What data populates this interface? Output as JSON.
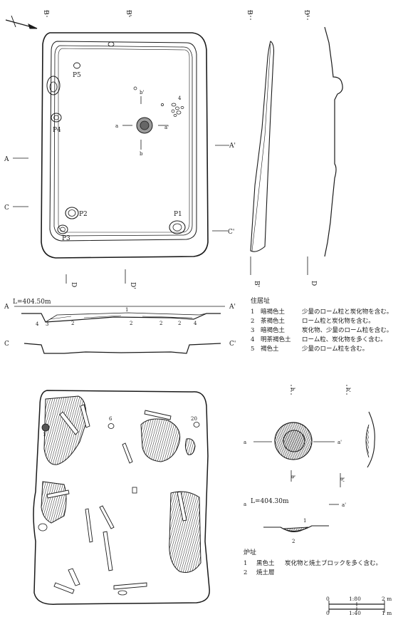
{
  "figure": {
    "markers": {
      "a": "a",
      "a_prime": "a'",
      "b": "b",
      "b_prime": "b'",
      "A": "A",
      "A_prime": "A'",
      "B": "B",
      "B_prime": "B'",
      "C": "C",
      "C_prime": "C'",
      "D": "D",
      "D_prime": "D'"
    },
    "pits": {
      "p1": "P1",
      "p2": "P2",
      "p3": "P3",
      "p4": "P4",
      "p5": "P5"
    },
    "feature_number": "4",
    "elevation_house": "L=404.50m",
    "elevation_hearth": "L=404.30m",
    "section_layers": {
      "l1": "1",
      "l2": "2",
      "l3": "3",
      "l4": "4"
    },
    "floor_numbers": {
      "n1": "1",
      "n6": "6",
      "n20": "20"
    }
  },
  "legend_house": {
    "title": "住居址",
    "rows": [
      {
        "no": "1",
        "soil": "暗褐色土",
        "desc": "少量のローム粒と炭化物を含む。"
      },
      {
        "no": "2",
        "soil": "茶褐色土",
        "desc": "ローム粒と炭化物を含む。"
      },
      {
        "no": "3",
        "soil": "暗褐色土",
        "desc": "炭化物、少量のローム粒を含む。"
      },
      {
        "no": "4",
        "soil": "明茶褐色土",
        "desc": "ローム粒、炭化物を多く含む。"
      },
      {
        "no": "5",
        "soil": "褐色土",
        "desc": "少量のローム粒を含む。"
      }
    ]
  },
  "legend_hearth": {
    "title": "炉址",
    "rows": [
      {
        "no": "1",
        "soil": "黒色土",
        "desc": "炭化物と焼土ブロックを多く含む。"
      },
      {
        "no": "2",
        "soil": "焼土層",
        "desc": ""
      }
    ]
  },
  "scales": {
    "top": {
      "zero": "0",
      "ratio": "1:80",
      "end": "2 m"
    },
    "bottom": {
      "zero": "0",
      "ratio": "1:40",
      "end": "1 m"
    }
  }
}
